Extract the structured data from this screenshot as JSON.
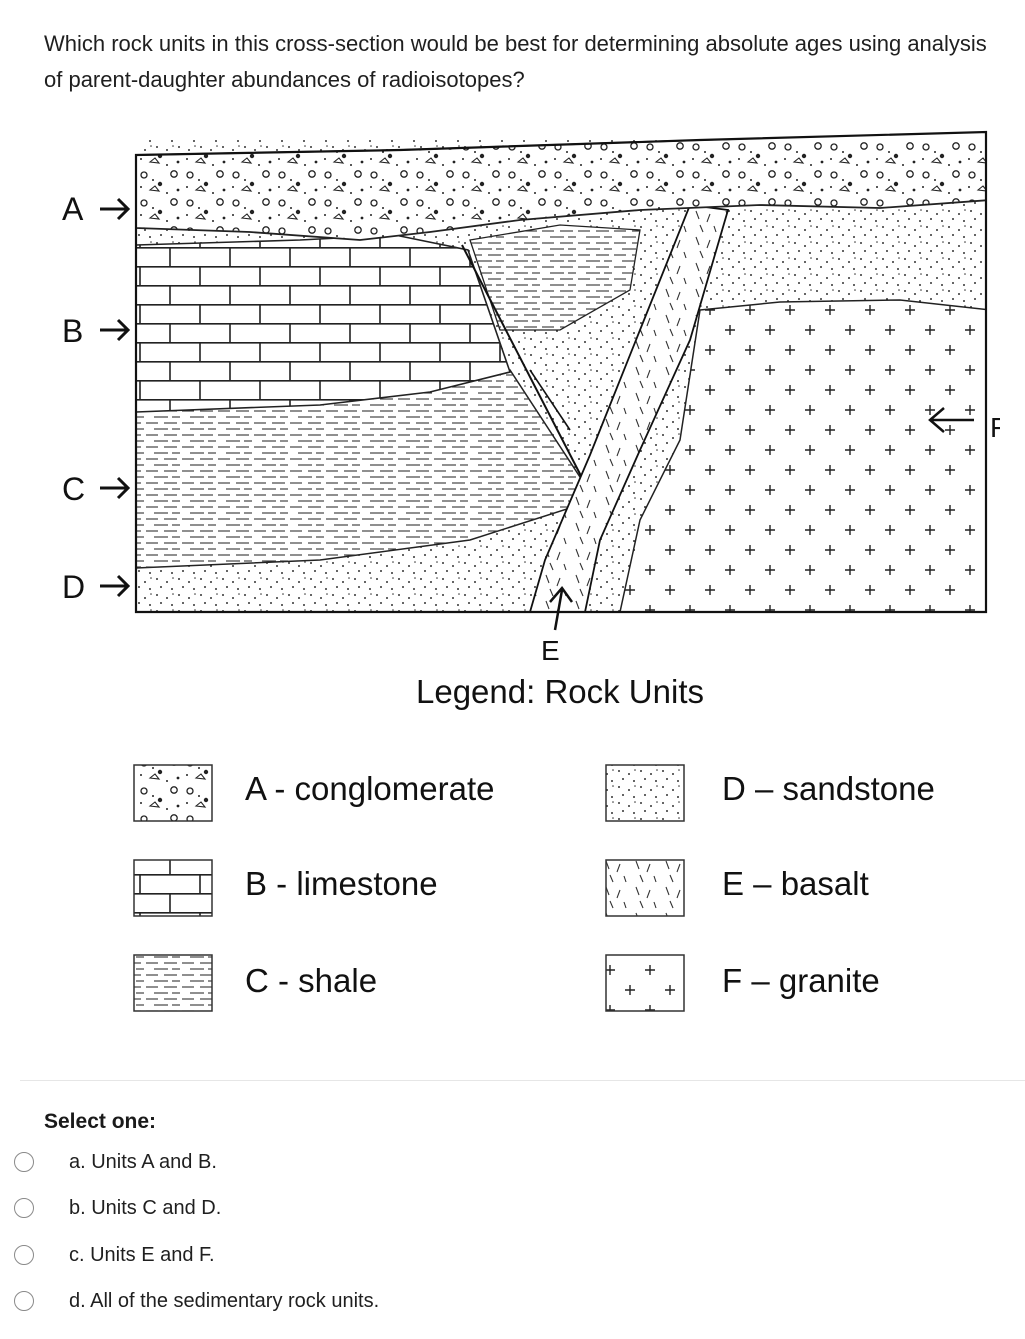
{
  "question": "Which rock units in this cross-section would be best for determining absolute ages using analysis of parent-daughter abundances of radioisotopes?",
  "figure": {
    "labels": {
      "a": "A",
      "b": "B",
      "c": "C",
      "d": "D",
      "e": "E",
      "f": "F"
    },
    "legend_title": "Legend: Rock Units",
    "legend": [
      {
        "key": "A - conglomerate",
        "pattern": "conglomerate"
      },
      {
        "key": "B - limestone",
        "pattern": "limestone"
      },
      {
        "key": "C - shale",
        "pattern": "shale"
      },
      {
        "key": "D – sandstone",
        "pattern": "sandstone"
      },
      {
        "key": "E – basalt",
        "pattern": "basalt"
      },
      {
        "key": "F – granite",
        "pattern": "granite"
      }
    ]
  },
  "select_label": "Select one:",
  "options": [
    {
      "label": "a. Units A and B."
    },
    {
      "label": "b. Units C and D."
    },
    {
      "label": "c. Units E and F."
    },
    {
      "label": "d. All of the sedimentary rock units."
    }
  ],
  "colors": {
    "ink": "#111111",
    "radio_border": "#8a8a8a",
    "separator": "#e6e6e6"
  }
}
